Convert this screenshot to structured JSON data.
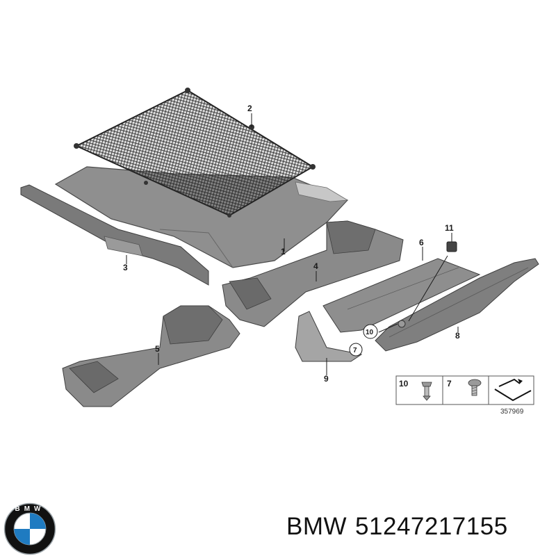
{
  "callouts": {
    "c1": "1",
    "c2": "2",
    "c3": "3",
    "c4": "4",
    "c5": "5",
    "c6": "6",
    "c7": "7",
    "c8": "8",
    "c9": "9",
    "c10": "10",
    "c11": "11"
  },
  "legend": {
    "item1_num": "10",
    "item2_num": "7",
    "diagram_id": "357969"
  },
  "logo": {
    "text": "BMW",
    "colors": {
      "blue": "#1f7bc1",
      "white": "#ffffff",
      "ring": "#111111",
      "silver": "#9aa3a8"
    }
  },
  "caption": {
    "brand": "BMW",
    "part_number": "51247217155"
  },
  "colors": {
    "part_fill": "#8e8e8e",
    "part_dark": "#5f5f5f",
    "part_light": "#b4b4b4",
    "net": "#222222",
    "line": "#1a1a1a"
  }
}
